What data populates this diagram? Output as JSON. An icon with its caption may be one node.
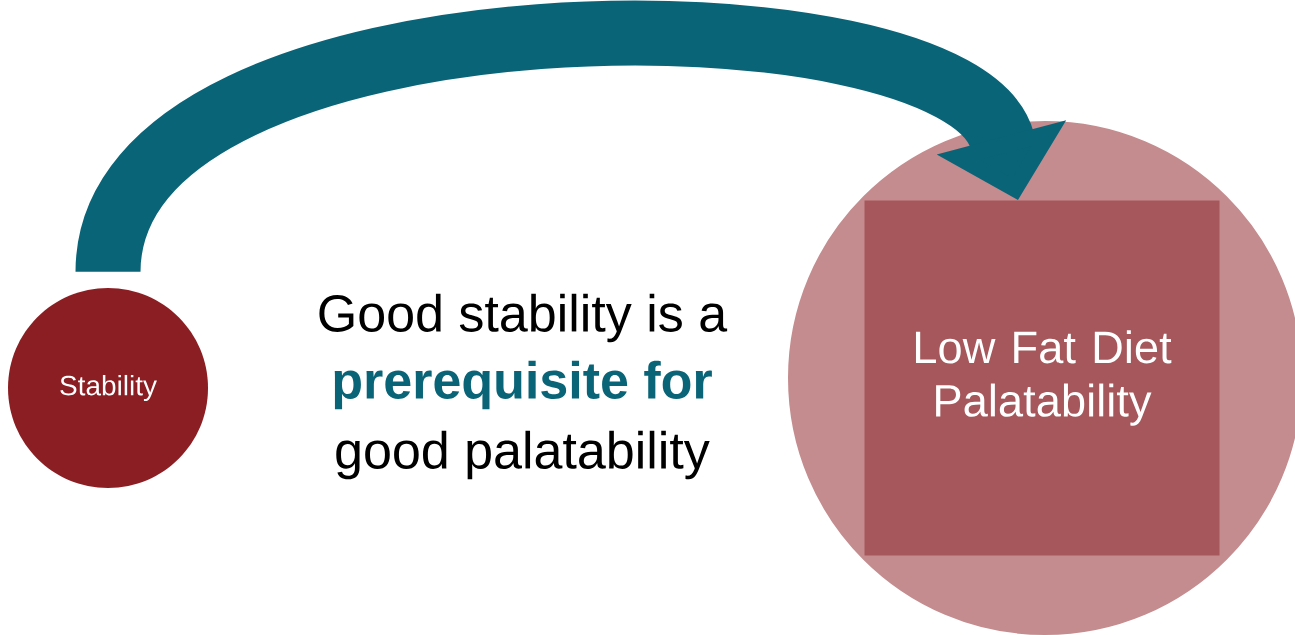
{
  "diagram": {
    "nodes": [
      {
        "text": [
          "Stability"
        ]
      },
      {
        "text": [],
        "shape": "circle"
      },
      {
        "text": [
          "Low Fat Diet Palatability"
        ],
        "in": 1
      }
    ],
    "edges": [
      {
        "from": 0,
        "to": 2,
        "arrow": "to"
      }
    ],
    "labels": [
      "Good stability is a",
      "prerequisite for",
      "good palatability"
    ]
  }
}
